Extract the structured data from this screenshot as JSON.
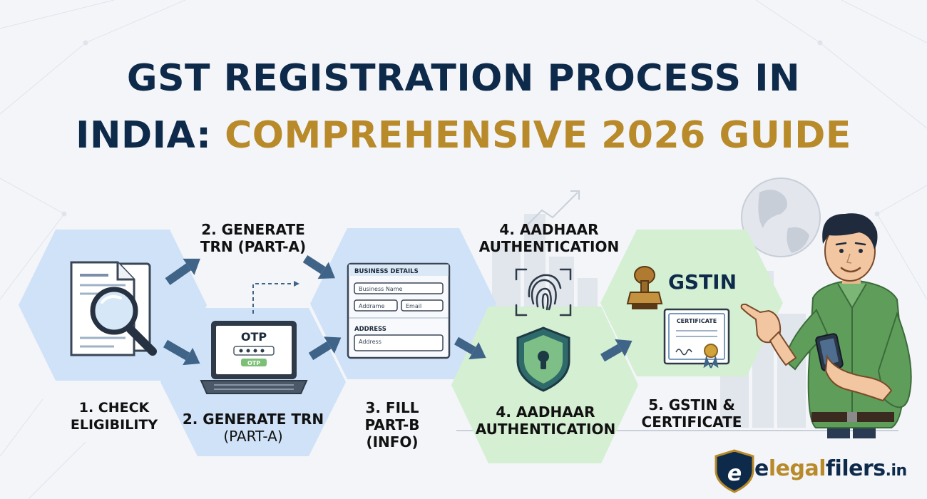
{
  "title": {
    "line1": "GST REGISTRATION PROCESS IN",
    "line2_prefix": "INDIA: ",
    "line2_highlight": "COMPREHENSIVE 2026 GUIDE"
  },
  "steps": {
    "step1": {
      "label_l1": "1. CHECK",
      "label_l2": "ELIGIBILITY"
    },
    "step2_top": {
      "label_l1": "2. GENERATE",
      "label_l2": "TRN (PART-A)"
    },
    "step2_bottom": {
      "label_l1": "2. GENERATE TRN",
      "label_l2": "(PART-A)"
    },
    "step3": {
      "label_l1": "3. FILL",
      "label_l2": "PART-B",
      "label_l3": "(INFO)"
    },
    "step4_top": {
      "label_l1": "4. AADHAAR",
      "label_l2": "AUTHENTICATION"
    },
    "step4_bottom": {
      "label_l1": "4. AADHAAR",
      "label_l2": "AUTHENTICATION"
    },
    "step5": {
      "label_l1": "5. GSTIN &",
      "label_l2": "CERTIFICATE"
    }
  },
  "laptop": {
    "otp_text": "OTP",
    "otp_button": "OTP"
  },
  "form": {
    "section1": "BUSINESS DETAILS",
    "field_business_name": "Business Name",
    "field_addrame": "Addrame",
    "field_email": "Email",
    "section2": "ADDRESS",
    "field_address": "Address"
  },
  "gstin": {
    "heading": "GSTIN",
    "certificate_title": "CERTIFICATE"
  },
  "brand": {
    "part1": "e",
    "part2": "legal",
    "part3": "filers",
    "part4": ".in"
  },
  "colors": {
    "navy": "#0e2a4a",
    "gold": "#b88a2a",
    "hex_blue": "#cfe2f7",
    "hex_green": "#d5efd3",
    "arrow": "#3f6488",
    "shirt_green": "#5f9e5a"
  }
}
